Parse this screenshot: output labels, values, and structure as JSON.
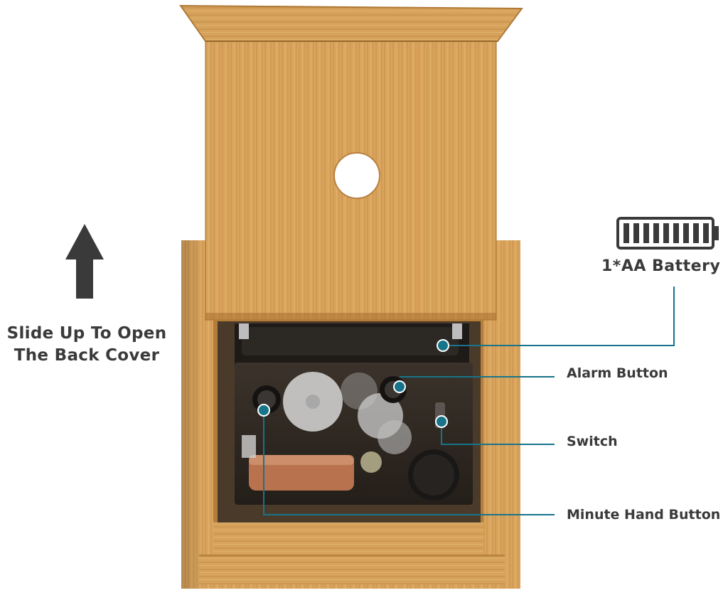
{
  "instruction": {
    "line1": "Slide Up To Open",
    "line2": "The Back Cover",
    "arrow_icon": "arrow-up-icon"
  },
  "battery": {
    "icon": "battery-icon",
    "label": "1*AA Battery"
  },
  "callouts": {
    "alarm_button": "Alarm Button",
    "switch": "Switch",
    "minute_hand_button": "Minute Hand Button"
  },
  "colors": {
    "callout_line": "#17748a",
    "text": "#3a3a3a",
    "bamboo": "#d9a55e",
    "bamboo_dark": "#b07a36",
    "movement": "#2a2520",
    "arrow": "#3a3a3a"
  }
}
